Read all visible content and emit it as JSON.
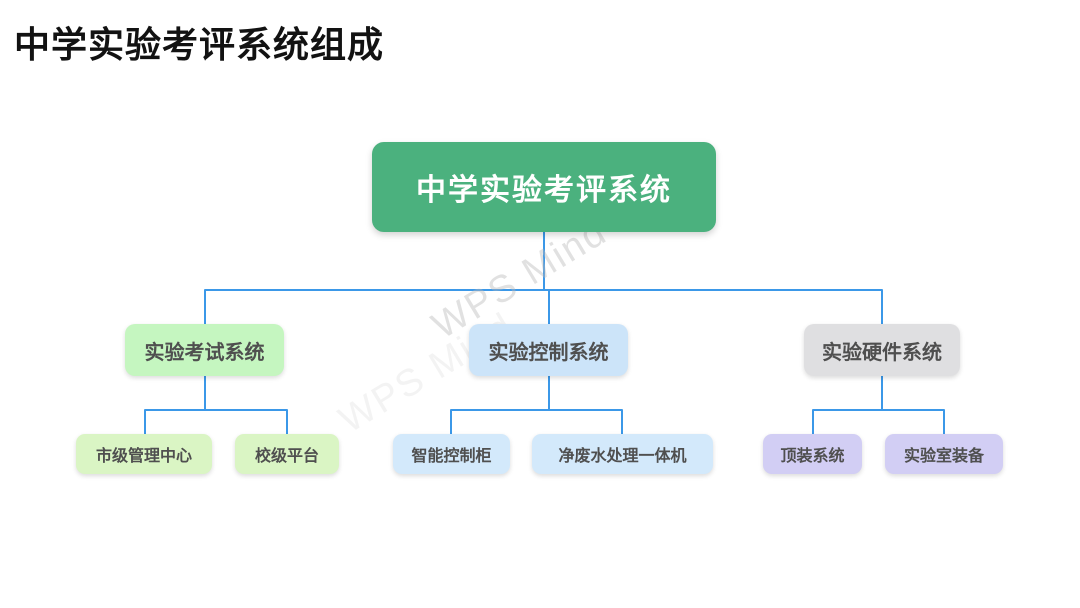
{
  "page_title": "中学实验考评系统组成",
  "watermark": "WPS Mind",
  "diagram": {
    "type": "org-chart",
    "root": {
      "label": "中学实验考评系统"
    },
    "branches": [
      {
        "label": "实验考试系统",
        "children": [
          {
            "label": "市级管理中心"
          },
          {
            "label": "校级平台"
          }
        ]
      },
      {
        "label": "实验控制系统",
        "children": [
          {
            "label": "智能控制柜"
          },
          {
            "label": "净废水处理一体机"
          }
        ]
      },
      {
        "label": "实验硬件系统",
        "children": [
          {
            "label": "顶装系统"
          },
          {
            "label": "实验室装备"
          }
        ]
      }
    ],
    "colors": {
      "root_fill": "#4bb17e",
      "root_text": "#ffffff",
      "branch_fills": [
        "#c5f6c0",
        "#cce4f9",
        "#dfdfe1"
      ],
      "child_fills": [
        "#daf5c4",
        "#daf5c4",
        "#d3e9fb",
        "#d3e9fb",
        "#d2cef4",
        "#d2cef4"
      ],
      "connector": "#3b98e8",
      "node_text": "#4f4f4f",
      "title_text": "#121212"
    }
  }
}
